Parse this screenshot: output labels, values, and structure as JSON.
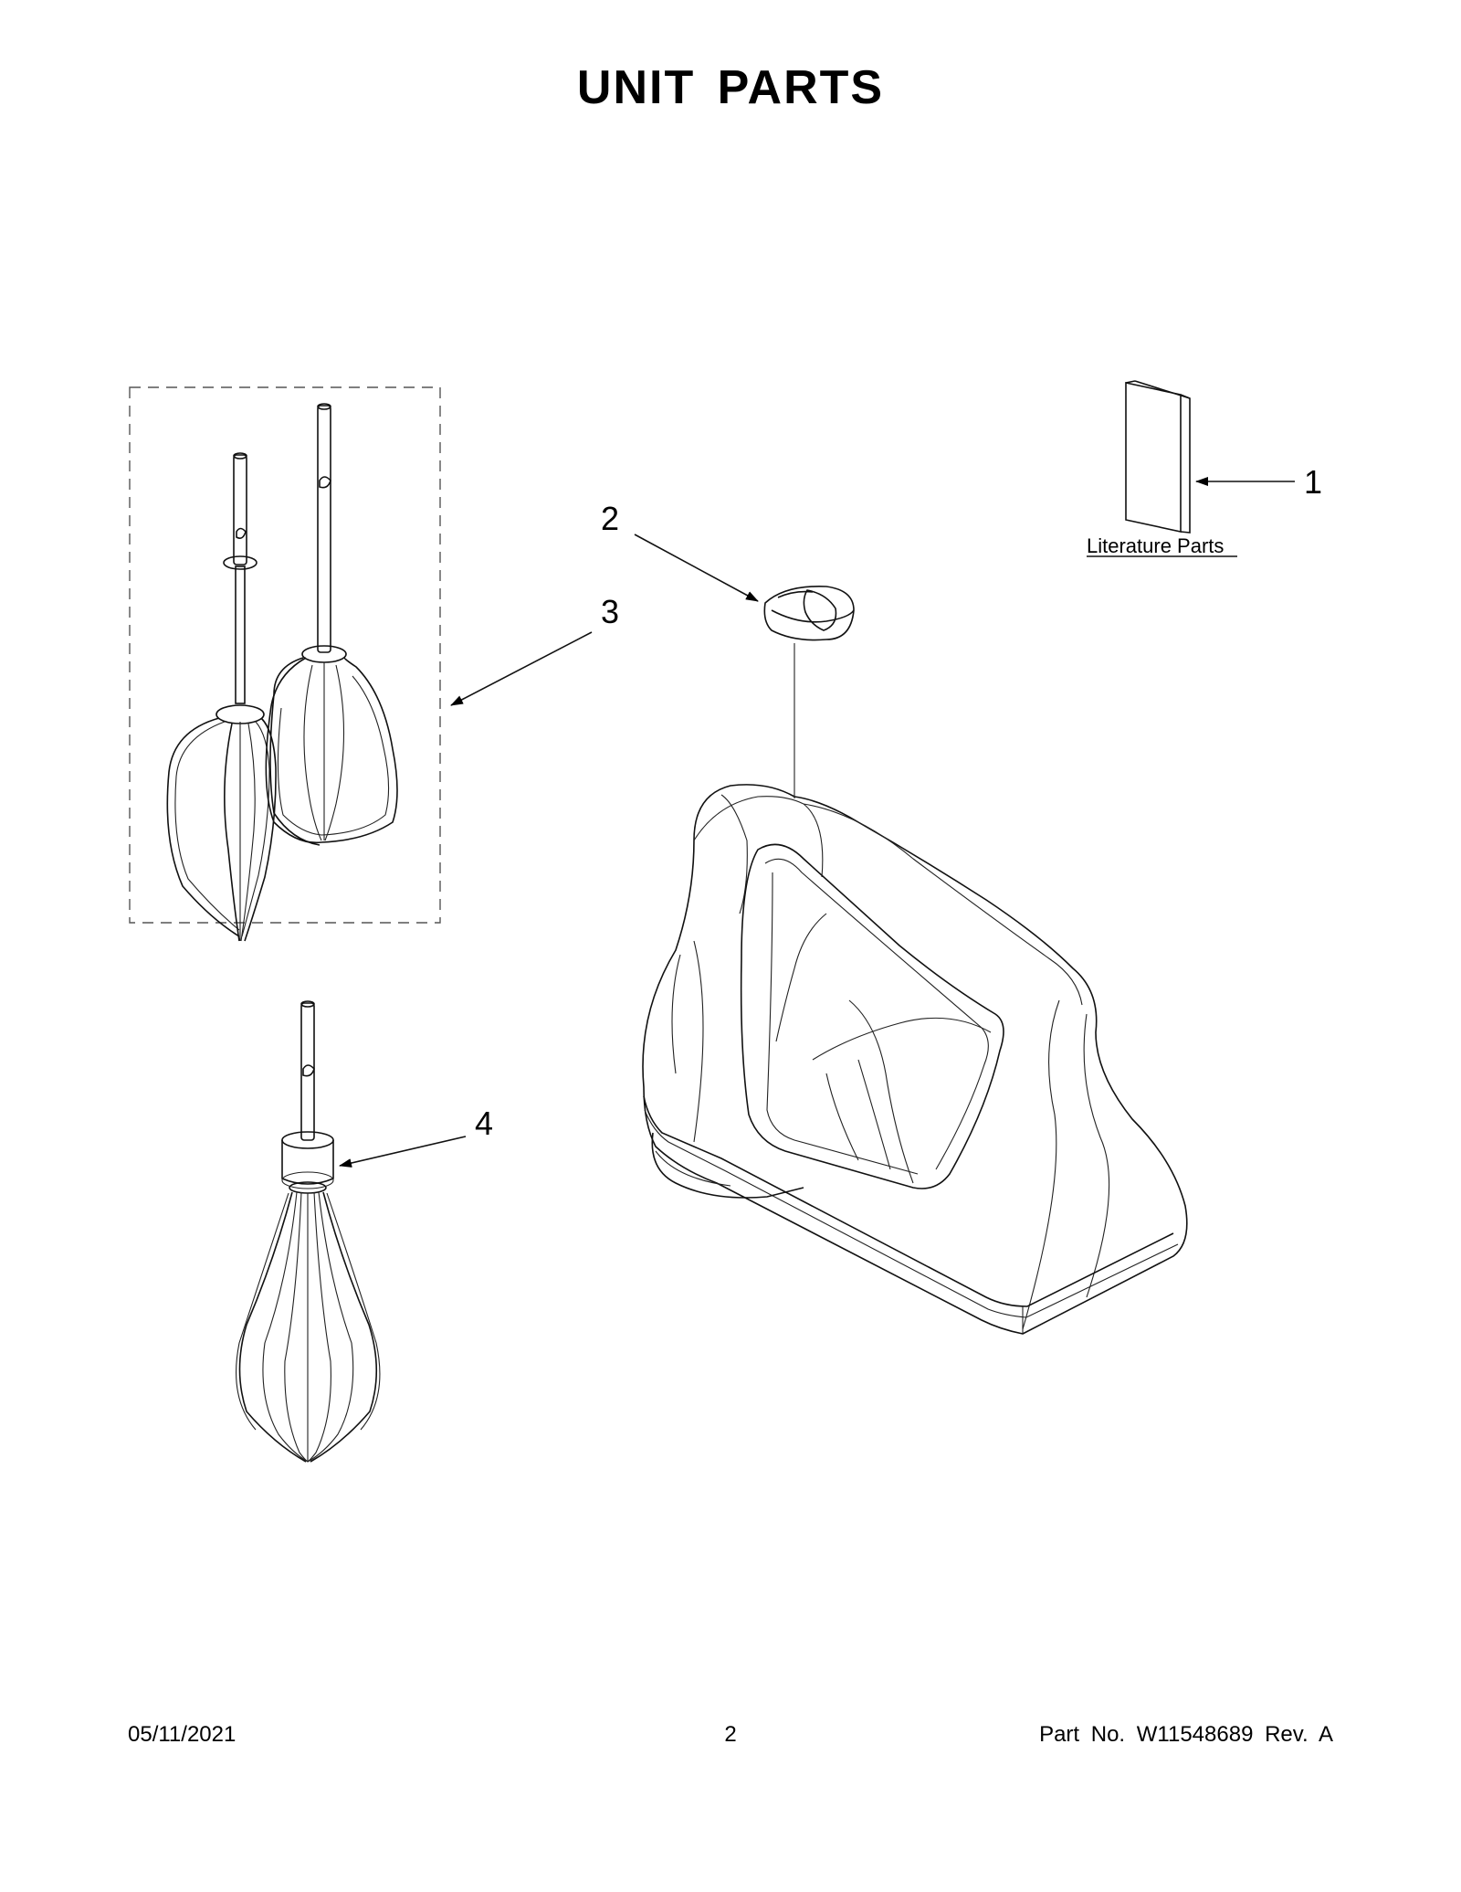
{
  "page": {
    "title": "UNIT  PARTS"
  },
  "callouts": [
    {
      "id": "1",
      "label": "1"
    },
    {
      "id": "2",
      "label": "2"
    },
    {
      "id": "3",
      "label": "3"
    },
    {
      "id": "4",
      "label": "4"
    }
  ],
  "literature": {
    "label": "Literature Parts"
  },
  "footer": {
    "date": "05/11/2021",
    "page_number": "2",
    "part_no": "Part No.  W11548689  Rev.  A"
  }
}
